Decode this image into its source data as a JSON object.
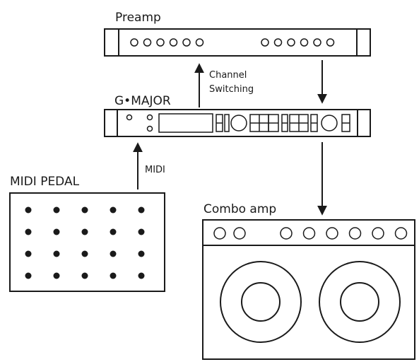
{
  "labels": {
    "preamp": "Preamp",
    "channel_switching_1": "Channel",
    "channel_switching_2": "Switching",
    "gmajor": "G•MAJOR",
    "midi": "MIDI",
    "midi_pedal": "MIDI PEDAL",
    "combo_amp": "Combo amp"
  },
  "icons": {
    "preamp": "rack-unit-with-knobs",
    "gmajor": "rack-effects-processor",
    "midi_pedal": "footswitch-board",
    "combo_amp": "guitar-amplifier-two-speakers",
    "arrow": "arrow-icon"
  },
  "colors": {
    "line": "#1a1a1a",
    "background": "#ffffff"
  }
}
